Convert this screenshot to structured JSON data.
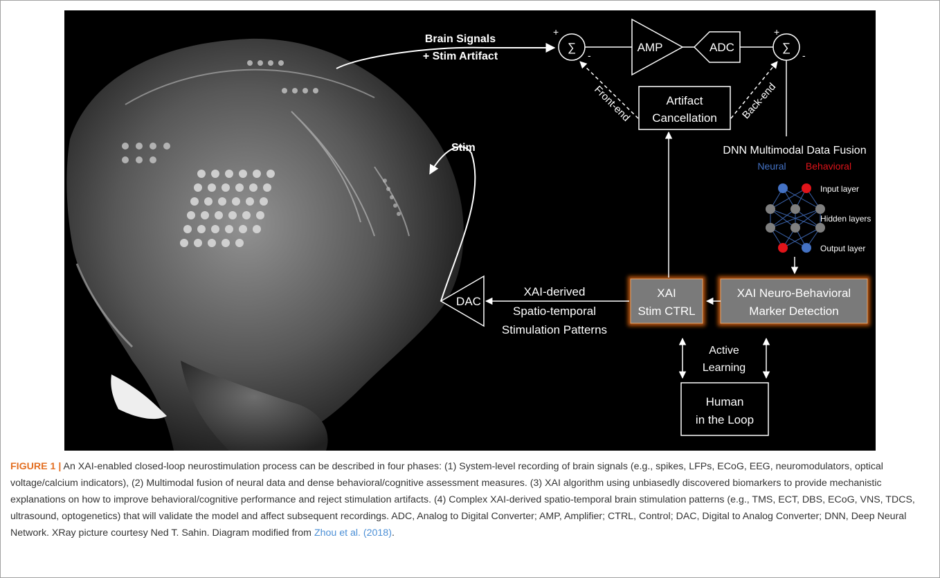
{
  "diagram": {
    "labels": {
      "brain_signals": "Brain Signals",
      "stim_artifact": "+ Stim Artifact",
      "stim": "Stim",
      "sum1": "∑",
      "sum2": "∑",
      "plus1": "+",
      "minus1": "-",
      "plus2": "+",
      "minus2": "-",
      "amp": "AMP",
      "adc": "ADC",
      "front_end": "Front-end",
      "back_end": "Back-end",
      "artifact_cancellation_1": "Artifact",
      "artifact_cancellation_2": "Cancellation",
      "dnn_fusion": "DNN Multimodal Data Fusion",
      "neural": "Neural",
      "behavioral": "Behavioral",
      "input_layer": "Input layer",
      "hidden_layers": "Hidden layers",
      "output_layer": "Output layer",
      "dac": "DAC",
      "patterns_1": "XAI-derived",
      "patterns_2": "Spatio-temporal",
      "patterns_3": "Stimulation Patterns",
      "stim_ctrl_1": "XAI",
      "stim_ctrl_2": "Stim CTRL",
      "marker_1": "XAI Neuro-Behavioral",
      "marker_2": "Marker Detection",
      "active_learning_1": "Active",
      "active_learning_2": "Learning",
      "human_1": "Human",
      "human_2": "in the Loop"
    },
    "colors": {
      "background": "#000000",
      "neural": "#4472c4",
      "behavioral": "#e0141a",
      "hidden_node": "#7f7f7f",
      "xai_box_fill": "#7a7a7a",
      "xai_box_glow": "#c55a11"
    }
  },
  "caption": {
    "lead": "FIGURE 1 |",
    "text": " An XAI-enabled closed-loop neurostimulation process can be described in four phases: (1) System-level recording of brain signals (e.g., spikes, LFPs, ECoG, EEG, neuromodulators, optical voltage/calcium indicators), (2) Multimodal fusion of neural data and dense behavioral/cognitive assessment measures. (3) XAI algorithm using unbiasedly discovered biomarkers to provide mechanistic explanations on how to improve behavioral/cognitive performance and reject stimulation artifacts. (4) Complex XAI-derived spatio-temporal brain stimulation patterns (e.g., TMS, ECT, DBS, ECoG, VNS, TDCS, ultrasound, optogenetics) that will validate the model and affect subsequent recordings. ADC, Analog to Digital Converter; AMP, Amplifier; CTRL, Control; DAC, Digital to Analog Converter; DNN, Deep Neural Network. XRay picture courtesy Ned T. Sahin. Diagram modified from ",
    "link": "Zhou et al. (2018)",
    "end": "."
  }
}
